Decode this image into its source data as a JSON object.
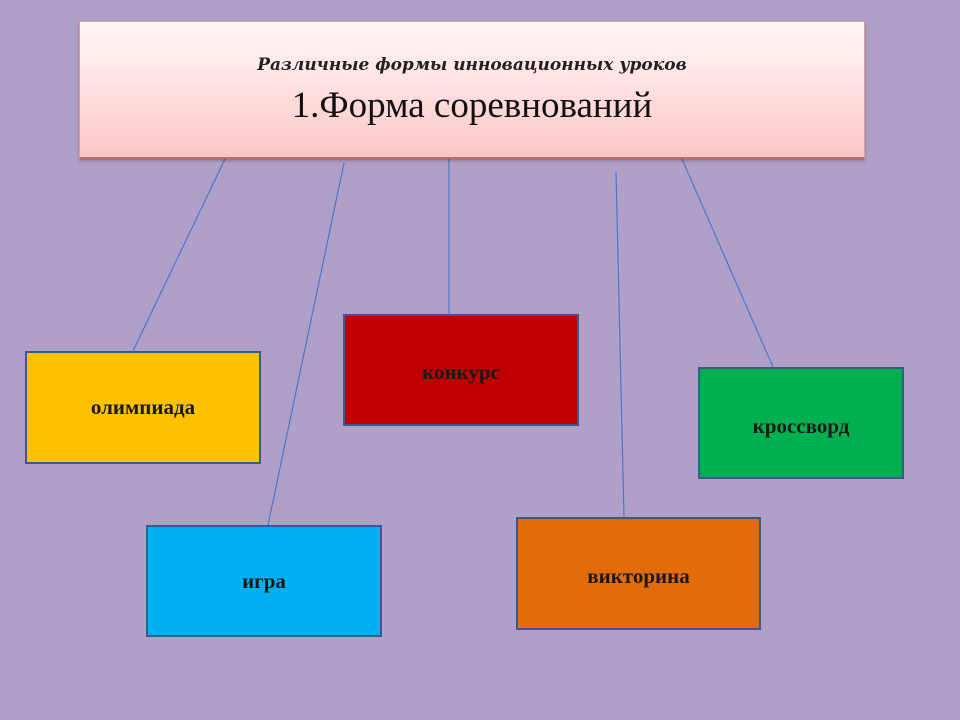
{
  "slide": {
    "subtitle": "Различные формы инновационных уроков",
    "title": "1.Форма соревнований"
  },
  "nodes": {
    "olympiad": "олимпиада",
    "game": "игра",
    "contest": "конкурс",
    "quiz": "викторина",
    "crossword": "кроссворд"
  },
  "colors": {
    "background": "#b0a0c8",
    "olympiad": "#ffc000",
    "game": "#00b0f0",
    "contest": "#c00000",
    "quiz": "#e36c0a",
    "crossword": "#00b050",
    "connector": "#4a78c8"
  }
}
